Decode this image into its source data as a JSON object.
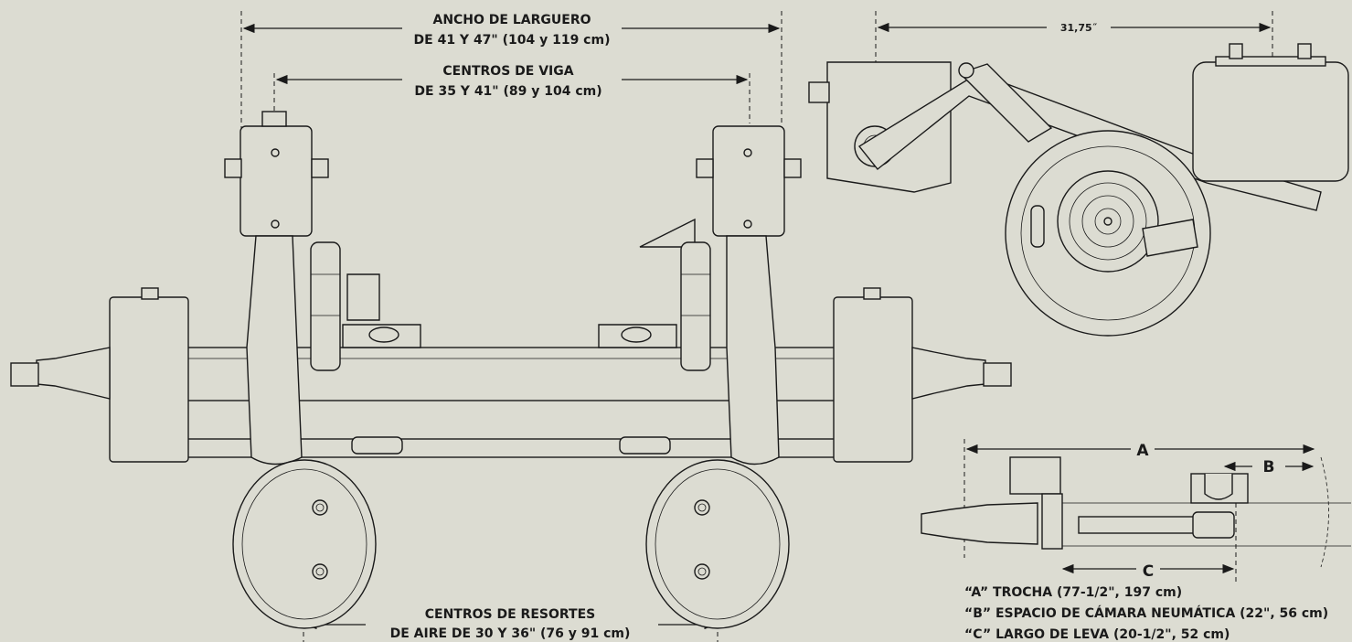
{
  "front_view": {
    "frame_width": {
      "line1": "ANCHO DE LARGUERO",
      "line2": "DE 41 Y 47\" (104 y 119 cm)"
    },
    "beam_centers": {
      "line1": "CENTROS DE VIGA",
      "line2": "DE 35 Y 41\" (89 y 104 cm)"
    },
    "airspring_centers": {
      "line1": "CENTROS DE RESORTES",
      "line2": "DE AIRE DE 30 Y 36\" (76 y 91 cm)"
    }
  },
  "side_view": {
    "dimension": "31,75˝"
  },
  "top_view": {
    "a_label": "A",
    "b_label": "B",
    "c_label": "C"
  },
  "notes": {
    "a": "“A” TROCHA (77-1/2\", 197 cm)",
    "b": "“B” ESPACIO DE CÁMARA NEUMÁTICA (22\", 56 cm)",
    "c": "“C” LARGO DE LEVA (20-1/2\", 52 cm)"
  },
  "colors": {
    "background": "#dcdcd2",
    "ink": "#1a1a1a"
  }
}
